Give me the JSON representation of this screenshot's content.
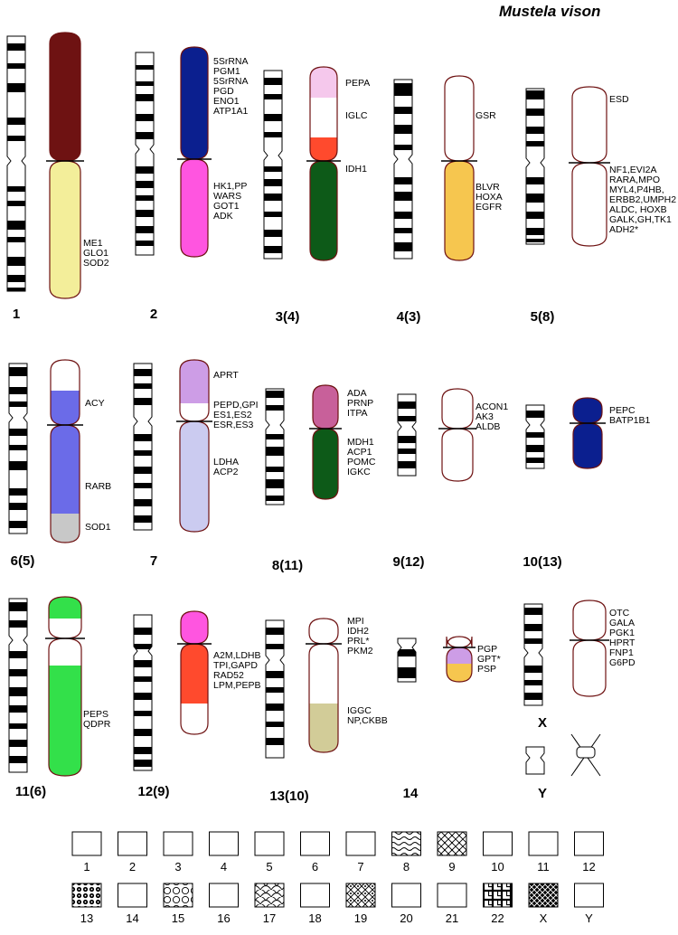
{
  "title": "Mustela vison",
  "colors": {
    "1": "#0b1f8f",
    "2": "#0d5a18",
    "3": "#6b6be8",
    "4": "#33e04a",
    "5": "#f3ee9a",
    "6": "#6e1212",
    "7": "#f6c64f",
    "10": "#ff55e0",
    "11": "#cbcbf0",
    "12": "#ff4a2d",
    "14": "#d2cc98",
    "16": "#cd9de6",
    "18": "#f5c8ec",
    "20": "#c8609a",
    "21": "#c8c8c8",
    "Y": "#ffffff"
  },
  "chromosomes": [
    {
      "label": "1",
      "genes": [
        "ME1",
        "GLO1",
        "SOD2"
      ]
    },
    {
      "label": "2",
      "genes": [
        "5SrRNA",
        "PGM1",
        "5SrRNA",
        "PGD",
        "ENO1",
        "ATP1A1",
        "HK1,PP",
        "WARS",
        "GOT1",
        "ADK"
      ]
    },
    {
      "label": "3(4)",
      "genes": [
        "PEPA",
        "IGLC",
        "IDH1"
      ]
    },
    {
      "label": "4(3)",
      "genes": [
        "GSR",
        "BLVR",
        "HOXA",
        "EGFR"
      ]
    },
    {
      "label": "5(8)",
      "genes": [
        "ESD",
        "NF1,EVI2A",
        "RARA,MPO",
        "MYL4,P4HB,",
        "ERBB2,UMPH2",
        "ALDC, HOXB",
        "GALK,GH,TK1",
        "ADH2*"
      ]
    },
    {
      "label": "6(5)",
      "genes": [
        "ACY",
        "RARB",
        "SOD1"
      ]
    },
    {
      "label": "7",
      "genes": [
        "APRT",
        "PEPD,GPI",
        "ES1,ES2",
        "ESR,ES3",
        "LDHA",
        "ACP2"
      ]
    },
    {
      "label": "8(11)",
      "genes": [
        "ADA",
        "PRNP",
        "ITPA",
        "MDH1",
        "ACP1",
        "POMC",
        "IGKC"
      ]
    },
    {
      "label": "9(12)",
      "genes": [
        "ACON1",
        "AK3",
        "ALDB"
      ]
    },
    {
      "label": "10(13)",
      "genes": [
        "PEPC",
        "BATP1B1"
      ]
    },
    {
      "label": "11(6)",
      "genes": [
        "PEPS",
        "QDPR"
      ]
    },
    {
      "label": "12(9)",
      "genes": [
        "A2M,LDHB",
        "TPI,GAPD",
        "RAD52",
        "LPM,PEPB"
      ]
    },
    {
      "label": "13(10)",
      "genes": [
        "MPI",
        "IDH2",
        "PRL*",
        "PKM2",
        "IGGC",
        "NP,CKBB"
      ]
    },
    {
      "label": "14",
      "genes": [
        "PGP",
        "GPT*",
        "PSP"
      ]
    },
    {
      "label": "X",
      "genes": [
        "OTC",
        "GALA",
        "PGK1",
        "HPRT",
        "FNP1",
        "G6PD"
      ]
    },
    {
      "label": "Y",
      "genes": []
    }
  ],
  "key": [
    {
      "label": "1",
      "fill": "#0b1f8f"
    },
    {
      "label": "2",
      "fill": "#0d5a18"
    },
    {
      "label": "3",
      "fill": "#6b6be8"
    },
    {
      "label": "4",
      "fill": "#33e04a"
    },
    {
      "label": "5",
      "fill": "#f3ee9a"
    },
    {
      "label": "6",
      "fill": "#6e1212"
    },
    {
      "label": "7",
      "fill": "#f6c64f"
    },
    {
      "label": "8",
      "fill": "p8"
    },
    {
      "label": "9",
      "fill": "p9"
    },
    {
      "label": "10",
      "fill": "#ff55e0"
    },
    {
      "label": "11",
      "fill": "#cbcbf0"
    },
    {
      "label": "12",
      "fill": "#ff4a2d"
    },
    {
      "label": "13",
      "fill": "p13"
    },
    {
      "label": "14",
      "fill": "#d2cc98"
    },
    {
      "label": "15",
      "fill": "p15"
    },
    {
      "label": "16",
      "fill": "#cd9de6"
    },
    {
      "label": "17",
      "fill": "p17"
    },
    {
      "label": "18",
      "fill": "#f5c8ec"
    },
    {
      "label": "19",
      "fill": "p19"
    },
    {
      "label": "20",
      "fill": "#c8609a"
    },
    {
      "label": "21",
      "fill": "#c8c8c8"
    },
    {
      "label": "22",
      "fill": "p22"
    },
    {
      "label": "X",
      "fill": "pX"
    },
    {
      "label": "Y",
      "fill": "#ffffff"
    }
  ]
}
